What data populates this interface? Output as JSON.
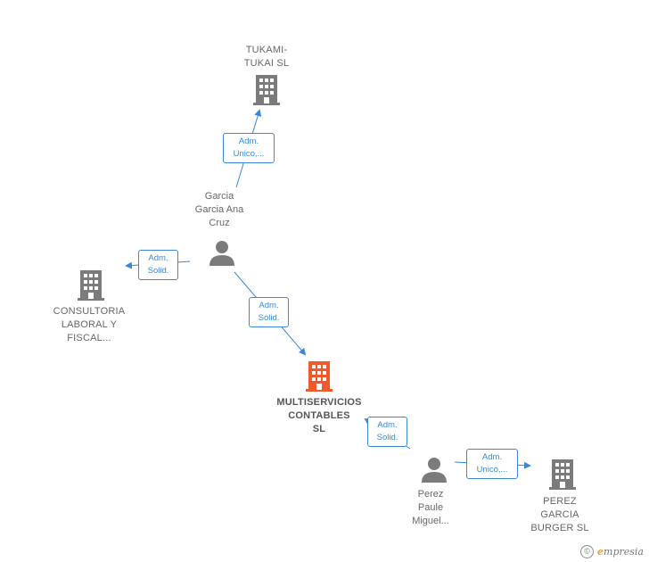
{
  "colors": {
    "edge": "#3a87d6",
    "node_grey": "#7b7b7b",
    "node_main": "#f05a2a"
  },
  "nodes": {
    "tukami": {
      "label": "TUKAMI-\nTUKAI SL",
      "icon": "building-icon"
    },
    "garcia": {
      "label": "Garcia\nGarcia Ana\nCruz",
      "icon": "person-icon"
    },
    "consultoria": {
      "label": "CONSULTORIA\nLABORAL Y\nFISCAL...",
      "icon": "building-icon"
    },
    "multiservicios": {
      "label": "MULTISERVICIOS\nCONTABLES\nSL",
      "icon": "building-icon"
    },
    "perez_paule": {
      "label": "Perez\nPaule\nMiguel...",
      "icon": "person-icon"
    },
    "perez_burger": {
      "label": "PEREZ\nGARCIA\nBURGER  SL",
      "icon": "building-icon"
    }
  },
  "edges": {
    "garcia_tukami": "Adm.\nUnico,...",
    "garcia_consultoria": "Adm.\nSolid.",
    "garcia_multi": "Adm.\nSolid.",
    "perez_multi": "Adm.\nSolid.",
    "perez_burger": "Adm.\nUnico,..."
  },
  "watermark": {
    "copyright": "©",
    "brand_first": "e",
    "brand_rest": "mpresia"
  }
}
